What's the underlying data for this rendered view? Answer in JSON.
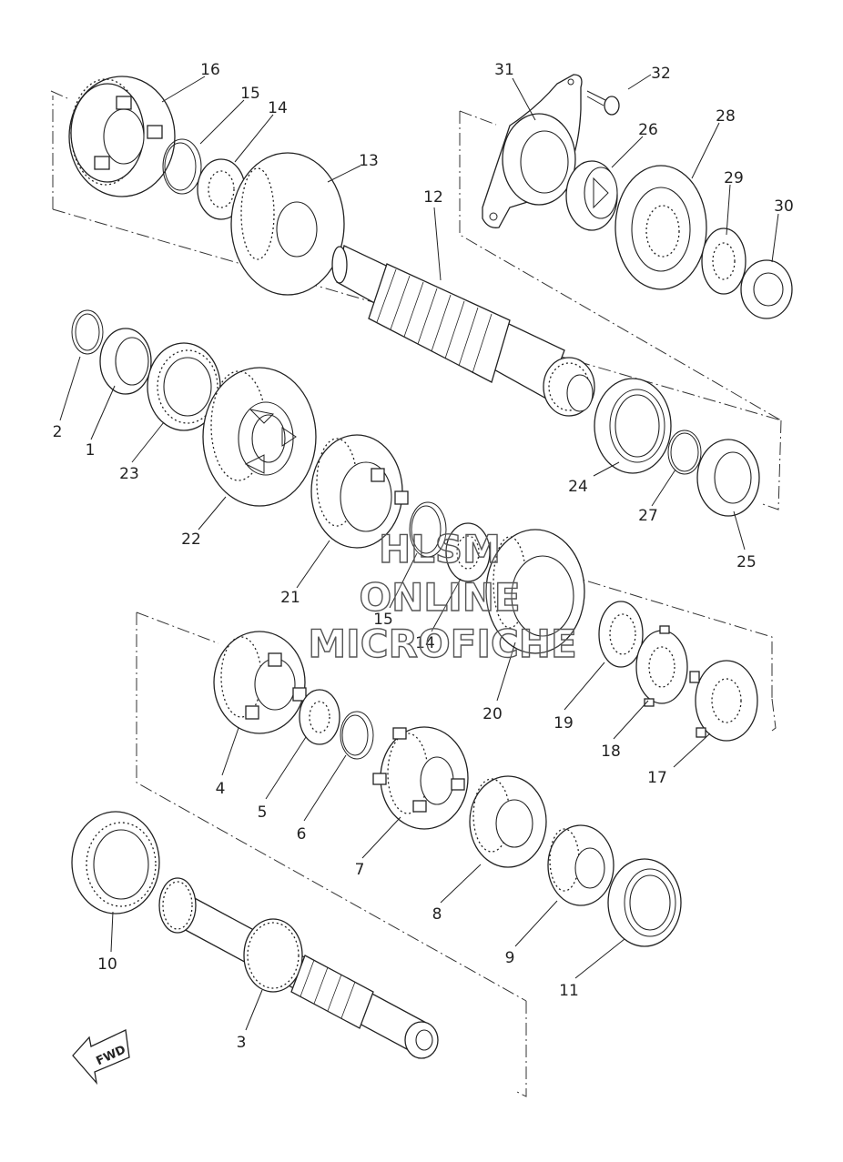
{
  "diagram": {
    "parts": [
      {
        "no": "1"
      },
      {
        "no": "2"
      },
      {
        "no": "3"
      },
      {
        "no": "4"
      },
      {
        "no": "5"
      },
      {
        "no": "6"
      },
      {
        "no": "7"
      },
      {
        "no": "8"
      },
      {
        "no": "9"
      },
      {
        "no": "10"
      },
      {
        "no": "11"
      },
      {
        "no": "12"
      },
      {
        "no": "13"
      },
      {
        "no": "14"
      },
      {
        "no": "15"
      },
      {
        "no": "16"
      },
      {
        "no": "17"
      },
      {
        "no": "18"
      },
      {
        "no": "19"
      },
      {
        "no": "20"
      },
      {
        "no": "21"
      },
      {
        "no": "22"
      },
      {
        "no": "23"
      },
      {
        "no": "24"
      },
      {
        "no": "25"
      },
      {
        "no": "26"
      },
      {
        "no": "27"
      },
      {
        "no": "28"
      },
      {
        "no": "29"
      },
      {
        "no": "30"
      },
      {
        "no": "31"
      },
      {
        "no": "32"
      }
    ],
    "extra_labels": {
      "p14b": "14",
      "p15b": "15"
    },
    "fwd_label": "FWD",
    "watermark": [
      "HLSM",
      "ONLINE",
      "MICROFICHE"
    ]
  }
}
